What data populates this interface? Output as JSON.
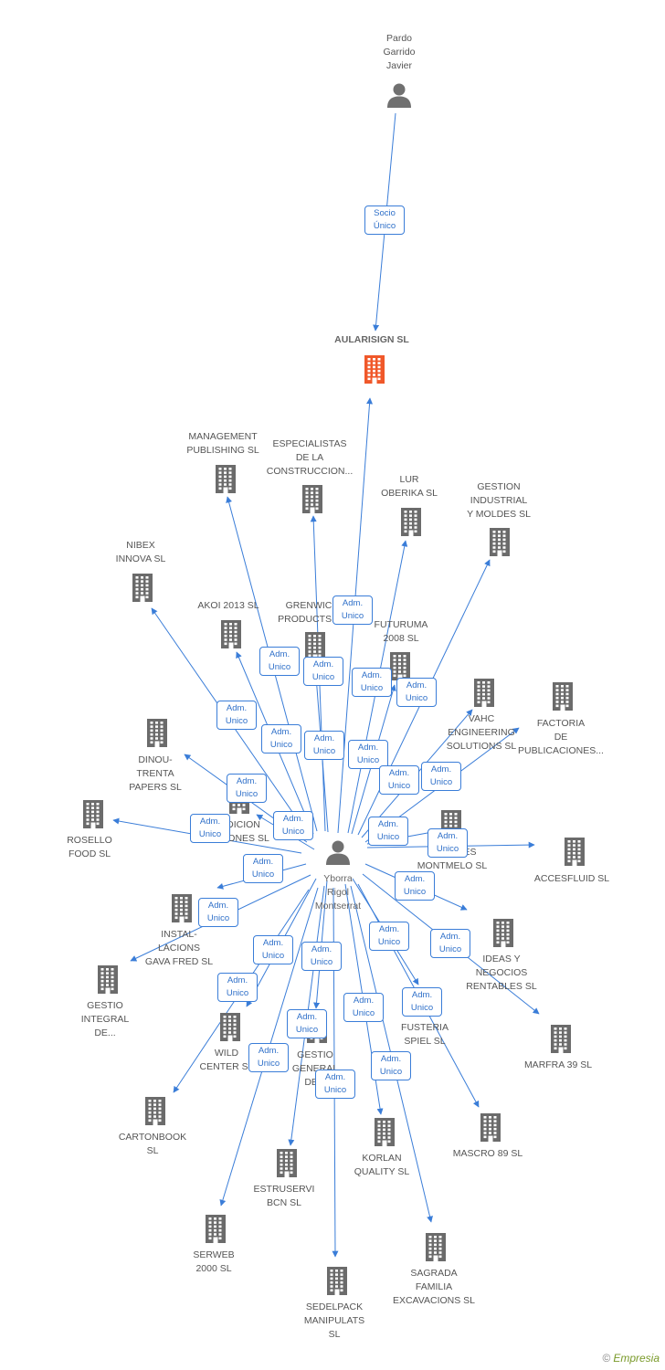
{
  "colors": {
    "edge": "#3a7dd8",
    "company_icon": "#6b6b6b",
    "focus_icon": "#f0582a",
    "person_icon": "#707070"
  },
  "nodes": [
    {
      "id": "pardo",
      "type": "person",
      "label": "Pardo\nGarrido\nJavier"
    },
    {
      "id": "aularisign",
      "type": "focus",
      "label": "AULARISIGN SL"
    },
    {
      "id": "yborra",
      "type": "person",
      "label": "Yborra\nRigol\nMontserrat"
    },
    {
      "id": "management",
      "type": "company",
      "label": "MANAGEMENT\nPUBLISHING SL"
    },
    {
      "id": "especialistas",
      "type": "company",
      "label": "ESPECIALISTAS\nDE LA\nCONSTRUCCION..."
    },
    {
      "id": "lur",
      "type": "company",
      "label": "LUR\nOBERIKA SL"
    },
    {
      "id": "gestion_industrial",
      "type": "company",
      "label": "GESTION\nINDUSTRIAL\nY MOLDES SL"
    },
    {
      "id": "nibex",
      "type": "company",
      "label": "NIBEX\nINNOVA SL"
    },
    {
      "id": "akoi",
      "type": "company",
      "label": "AKOI 2013 SL"
    },
    {
      "id": "grenwic",
      "type": "company",
      "label": "GRENWIC\nPRODUCTS..."
    },
    {
      "id": "futuruma",
      "type": "company",
      "label": "FUTURUMA\n2008 SL"
    },
    {
      "id": "vahc",
      "type": "company",
      "label": "VAHC\nENGINEERING\nSOLUTIONS SL"
    },
    {
      "id": "factoria",
      "type": "company",
      "label": "FACTORIA\nDE\nPUBLICACIONES..."
    },
    {
      "id": "dinou",
      "type": "company",
      "label": "DINOU-\nTRENTA\nPAPERS SL"
    },
    {
      "id": "rosello",
      "type": "company",
      "label": "ROSELLO\nFOOD SL"
    },
    {
      "id": "edicion",
      "type": "company",
      "label": "EDICION\nUNIONES SL"
    },
    {
      "id": "pintures",
      "type": "company",
      "label": "PINTURES\nMONTMELO SL"
    },
    {
      "id": "accesfluid",
      "type": "company",
      "label": "ACCESFLUID SL"
    },
    {
      "id": "instal",
      "type": "company",
      "label": "INSTAL-\nLACIONS\nGAVA FRED SL"
    },
    {
      "id": "ideas",
      "type": "company",
      "label": "IDEAS Y\nNEGOCIOS\nRENTABLES SL"
    },
    {
      "id": "gestio_integral",
      "type": "company",
      "label": "GESTIO\nINTEGRAL\nDE..."
    },
    {
      "id": "marfra",
      "type": "company",
      "label": "MARFRA 39 SL"
    },
    {
      "id": "wild",
      "type": "company",
      "label": "WILD\nCENTER SL"
    },
    {
      "id": "gestio_general",
      "type": "company",
      "label": "GESTIO\nGENERAL\nDE..."
    },
    {
      "id": "fusteria",
      "type": "company",
      "label": "FUSTERIA\nSPIEL SL"
    },
    {
      "id": "cartonbook",
      "type": "company",
      "label": "CARTONBOOK\nSL"
    },
    {
      "id": "mascro",
      "type": "company",
      "label": "MASCRO 89 SL"
    },
    {
      "id": "korlan",
      "type": "company",
      "label": "KORLAN\nQUALITY SL"
    },
    {
      "id": "estruservi",
      "type": "company",
      "label": "ESTRUSERVI\nBCN SL"
    },
    {
      "id": "serweb",
      "type": "company",
      "label": "SERWEB\n2000 SL"
    },
    {
      "id": "sagrada",
      "type": "company",
      "label": "SAGRADA\nFAMILIA\nEXCAVACIONS SL"
    },
    {
      "id": "sedelpack",
      "type": "company",
      "label": "SEDELPACK\nMANIPULATS\nSL"
    }
  ],
  "edges": [
    {
      "from": "pardo",
      "to": "aularisign",
      "label": "Socio\nÚnico"
    },
    {
      "from": "yborra",
      "to": "aularisign",
      "label": "Adm.\nUnico"
    },
    {
      "from": "yborra",
      "to": "management",
      "label": "Adm.\nUnico"
    },
    {
      "from": "yborra",
      "to": "especialistas",
      "label": "Adm.\nUnico"
    },
    {
      "from": "yborra",
      "to": "lur",
      "label": "Adm.\nUnico"
    },
    {
      "from": "yborra",
      "to": "gestion_industrial",
      "label": "Adm.\nUnico"
    },
    {
      "from": "yborra",
      "to": "nibex",
      "label": "Adm.\nUnico"
    },
    {
      "from": "yborra",
      "to": "akoi",
      "label": "Adm.\nUnico"
    },
    {
      "from": "yborra",
      "to": "grenwic",
      "label": "Adm.\nUnico"
    },
    {
      "from": "yborra",
      "to": "futuruma",
      "label": "Adm.\nUnico"
    },
    {
      "from": "yborra",
      "to": "vahc",
      "label": "Adm.\nUnico"
    },
    {
      "from": "yborra",
      "to": "factoria",
      "label": "Adm.\nUnico"
    },
    {
      "from": "yborra",
      "to": "dinou",
      "label": "Adm.\nUnico"
    },
    {
      "from": "yborra",
      "to": "rosello",
      "label": "Adm.\nUnico"
    },
    {
      "from": "yborra",
      "to": "edicion",
      "label": "Adm.\nUnico"
    },
    {
      "from": "yborra",
      "to": "pintures",
      "label": "Adm.\nUnico"
    },
    {
      "from": "yborra",
      "to": "accesfluid",
      "label": "Adm.\nUnico"
    },
    {
      "from": "yborra",
      "to": "instal",
      "label": "Adm.\nUnico"
    },
    {
      "from": "yborra",
      "to": "ideas",
      "label": "Adm.\nUnico"
    },
    {
      "from": "yborra",
      "to": "gestio_integral",
      "label": "Adm.\nUnico"
    },
    {
      "from": "yborra",
      "to": "marfra",
      "label": "Adm.\nUnico"
    },
    {
      "from": "yborra",
      "to": "wild",
      "label": "Adm.\nUnico"
    },
    {
      "from": "yborra",
      "to": "gestio_general",
      "label": "Adm.\nUnico"
    },
    {
      "from": "yborra",
      "to": "fusteria",
      "label": "Adm.\nUnico"
    },
    {
      "from": "yborra",
      "to": "cartonbook",
      "label": "Adm.\nUnico"
    },
    {
      "from": "yborra",
      "to": "mascro",
      "label": "Adm.\nUnico"
    },
    {
      "from": "yborra",
      "to": "korlan",
      "label": "Adm.\nUnico"
    },
    {
      "from": "yborra",
      "to": "estruservi",
      "label": "Adm.\nUnico"
    },
    {
      "from": "yborra",
      "to": "serweb",
      "label": "Adm.\nUnico"
    },
    {
      "from": "yborra",
      "to": "sagrada",
      "label": "Adm.\nUnico"
    },
    {
      "from": "yborra",
      "to": "sedelpack",
      "label": "Adm.\nUnico"
    }
  ],
  "footer": {
    "copyright": "©",
    "brand": "Empresia"
  }
}
